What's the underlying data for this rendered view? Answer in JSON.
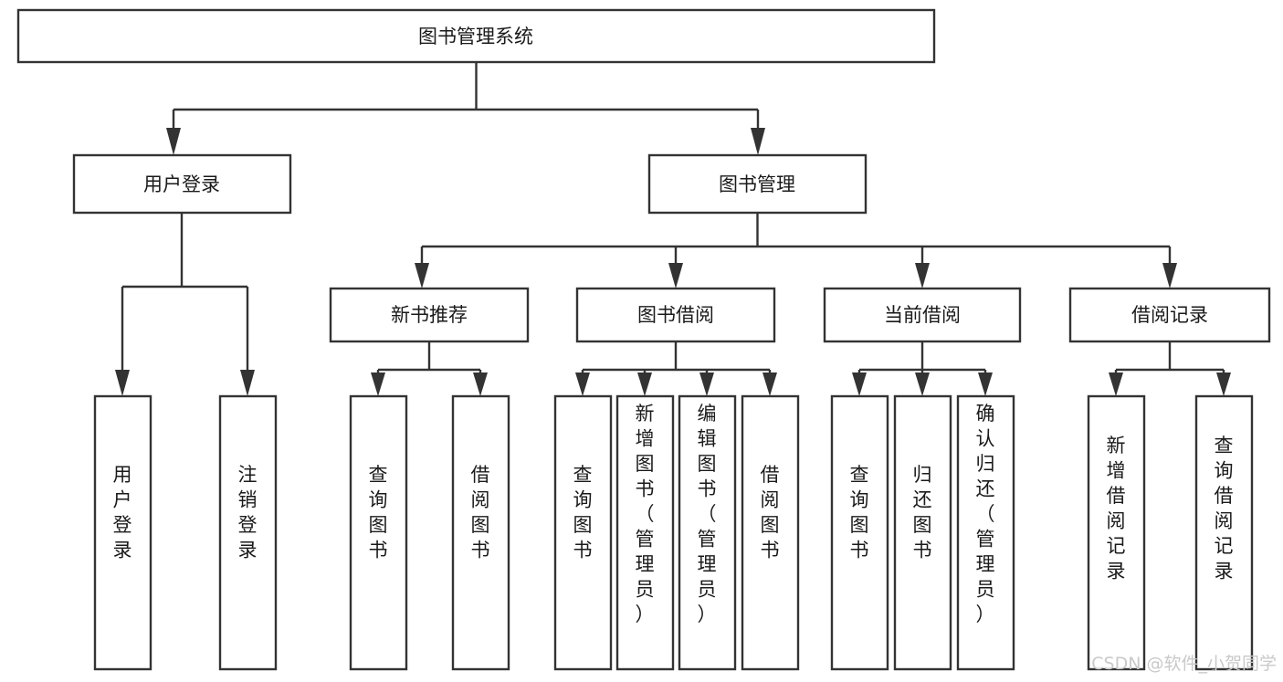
{
  "diagram": {
    "type": "tree-hierarchy-chart",
    "title": "图书管理系统",
    "background_color": "#ffffff",
    "box_stroke_color": "#333333",
    "box_fill_color": "#ffffff",
    "text_color": "#1a1a1a",
    "levels": 4,
    "root": {
      "id": "root",
      "label": "图书管理系统",
      "orientation": "horizontal"
    },
    "level2": [
      {
        "id": "user-login",
        "label": "用户登录",
        "orientation": "horizontal"
      },
      {
        "id": "book-management",
        "label": "图书管理",
        "orientation": "horizontal"
      }
    ],
    "level3": [
      {
        "id": "new-book-recommend",
        "label": "新书推荐",
        "parent": "book-management",
        "orientation": "horizontal"
      },
      {
        "id": "book-borrow",
        "label": "图书借阅",
        "parent": "book-management",
        "orientation": "horizontal"
      },
      {
        "id": "current-borrow",
        "label": "当前借阅",
        "parent": "book-management",
        "orientation": "horizontal"
      },
      {
        "id": "borrow-record",
        "label": "借阅记录",
        "parent": "book-management",
        "orientation": "horizontal"
      }
    ],
    "leaves": [
      {
        "id": "leaf-user-login",
        "label": "用户登录",
        "parent": "user-login",
        "orientation": "vertical"
      },
      {
        "id": "leaf-user-logout",
        "label": "注销登录",
        "parent": "user-login",
        "orientation": "vertical"
      },
      {
        "id": "leaf-query-book-1",
        "label": "查询图书",
        "parent": "new-book-recommend",
        "orientation": "vertical"
      },
      {
        "id": "leaf-borrow-book-1",
        "label": "借阅图书",
        "parent": "new-book-recommend",
        "orientation": "vertical"
      },
      {
        "id": "leaf-query-book-2",
        "label": "查询图书",
        "parent": "book-borrow",
        "orientation": "vertical"
      },
      {
        "id": "leaf-add-book",
        "label": "新增图书（管理员）",
        "parent": "book-borrow",
        "orientation": "vertical"
      },
      {
        "id": "leaf-edit-book",
        "label": "编辑图书（管理员）",
        "parent": "book-borrow",
        "orientation": "vertical"
      },
      {
        "id": "leaf-borrow-book-2",
        "label": "借阅图书",
        "parent": "book-borrow",
        "orientation": "vertical"
      },
      {
        "id": "leaf-query-book-3",
        "label": "查询图书",
        "parent": "current-borrow",
        "orientation": "vertical"
      },
      {
        "id": "leaf-return-book",
        "label": "归还图书",
        "parent": "current-borrow",
        "orientation": "vertical"
      },
      {
        "id": "leaf-confirm-return",
        "label": "确认归还（管理员）",
        "parent": "current-borrow",
        "orientation": "vertical"
      },
      {
        "id": "leaf-add-record",
        "label": "新增借阅记录",
        "parent": "borrow-record",
        "orientation": "vertical"
      },
      {
        "id": "leaf-query-record",
        "label": "查询借阅记录",
        "parent": "borrow-record",
        "orientation": "vertical"
      }
    ],
    "watermark": "CSDN @软件_小贺同学"
  }
}
